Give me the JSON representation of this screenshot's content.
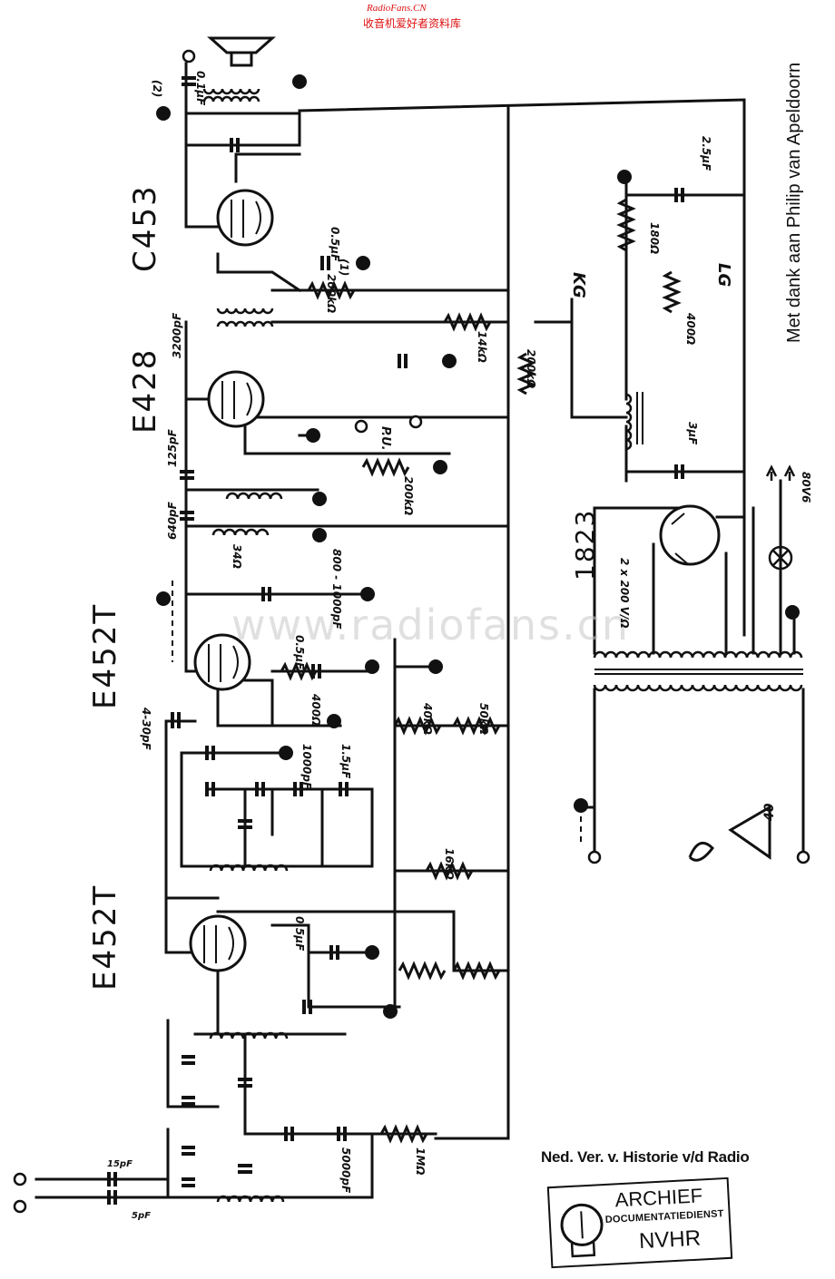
{
  "header": {
    "site": "RadioFans.CN",
    "site_cn": "收音机爱好者资料库"
  },
  "watermark": "www.radiofans.cn",
  "tubes": {
    "output": "C453",
    "detector": "E428",
    "if_amp": "E452T",
    "rf_amp": "E452T",
    "rectifier": "1823"
  },
  "credit": "Met dank aan Philip van Apeldoorn",
  "footer": "Ned. Ver. v. Historie v/d Radio",
  "stamp": {
    "line1": "ARCHIEF",
    "line2": "DOCUMENTATIEDIENST",
    "line3": "NVHR"
  },
  "labels": {
    "kg": "KG",
    "lg": "LG",
    "pu": "P.U.",
    "triangle_number": "40",
    "r_200k_1": "200kΩ",
    "r_14k": "14kΩ",
    "r_200k_2": "200kΩ",
    "r_200k_pu": "200kΩ",
    "c_3200": "3200pF",
    "c_125": "125pF",
    "c_640": "640pF",
    "r_34": "34Ω",
    "c_800_1000": "800 - 1000pF",
    "r_400": "400Ω",
    "r_40k": "40kΩ",
    "r_50k": "50kΩ",
    "r_16k": "16kΩ",
    "r_1m": "1MΩ",
    "c_05_a": "0.5μF",
    "c_05_b": "0.5μF",
    "c_05_c": "0.5μF",
    "c_25": "2.5μF",
    "c_3": "3μF",
    "r_180": "180Ω",
    "r_400b": "400Ω",
    "v_2x200": "2 x 200 V/Ω",
    "v_80": "80V6",
    "c_01": "0.1μF",
    "c_4_30": "4-30pF",
    "c_15": "1.5μF",
    "c_1000": "1000pF",
    "c_5000": "5000pF",
    "c_15pf": "15pF",
    "c_5pf": "5pF",
    "n_1": "(1)",
    "n_2": "(2)"
  }
}
